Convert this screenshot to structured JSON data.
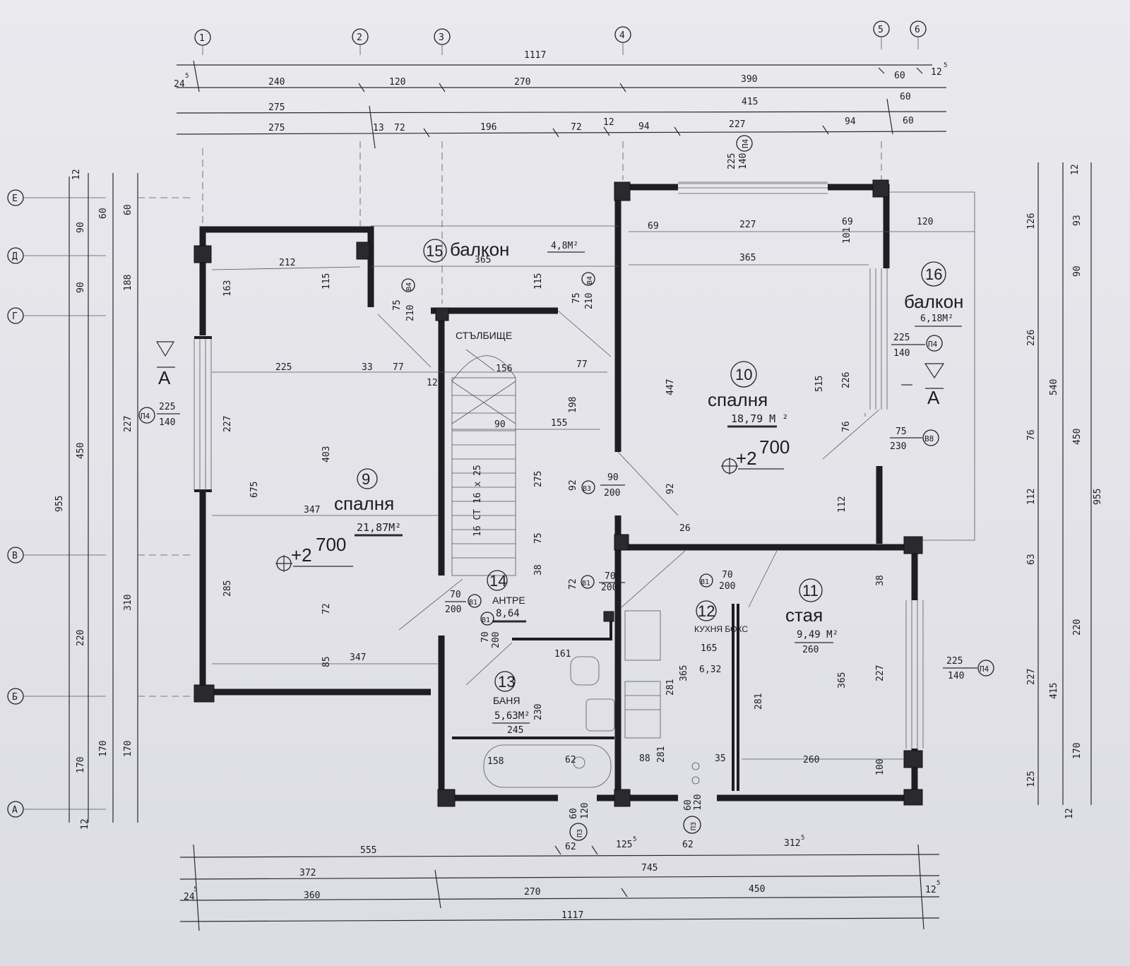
{
  "axes_top": [
    "1",
    "2",
    "3",
    "4",
    "5",
    "6"
  ],
  "axes_left": [
    "Е",
    "Д",
    "Г",
    "В",
    "Б",
    "А"
  ],
  "dims_top": {
    "total": "1117",
    "row1": [
      "24",
      "240",
      "120",
      "270",
      "390",
      "60",
      "12"
    ],
    "row1_sup": [
      "5",
      "5"
    ],
    "row2": [
      "275",
      "415",
      "60"
    ],
    "row3": [
      "275",
      "13",
      "72",
      "196",
      "72",
      "12",
      "94",
      "227",
      "94",
      "60"
    ]
  },
  "dims_bottom": {
    "row1": [
      "555",
      "62",
      "125",
      "62",
      "312"
    ],
    "row1_sup": [
      "5",
      "5"
    ],
    "row2": [
      "372",
      "745"
    ],
    "row3": [
      "24",
      "360",
      "270",
      "450",
      "12"
    ],
    "row3_sup": [
      "5",
      "5"
    ],
    "total": "1117"
  },
  "dims_left": [
    "12",
    "90",
    "60",
    "60",
    "90",
    "188",
    "450",
    "227",
    "955",
    "220",
    "310",
    "170",
    "170",
    "170",
    "12"
  ],
  "dims_right": [
    "12",
    "126",
    "93",
    "90",
    "226",
    "540",
    "76",
    "450",
    "112",
    "63",
    "955",
    "220",
    "227",
    "415",
    "170",
    "125",
    "12"
  ],
  "rooms": [
    {
      "num": "9",
      "name": "спалня",
      "area": "21,87M²"
    },
    {
      "num": "10",
      "name": "спалня",
      "area": "18,79 M ²"
    },
    {
      "num": "11",
      "name": "стая",
      "area": "9,49 M²",
      "extra": "260"
    },
    {
      "num": "12",
      "name": "КУХНЯ БОКС",
      "area": "6,32",
      "extra": "165"
    },
    {
      "num": "13",
      "name": "БАНЯ",
      "area": "5,63M²",
      "extra": "245"
    },
    {
      "num": "14",
      "name": "АНТРЕ",
      "area": "8,64"
    },
    {
      "num": "15",
      "name": "балкон",
      "area": "4,8M²",
      "extra": "365"
    },
    {
      "num": "16",
      "name": "балкон",
      "area": "6,18M²"
    }
  ],
  "stair": {
    "label": "СТЪЛБИЩЕ",
    "steps": "16 СТ 16 x 25",
    "width": "156"
  },
  "levels": [
    {
      "value": "+2700",
      "sup": "700",
      "base": "+2"
    }
  ],
  "section": {
    "label": "A"
  },
  "openings": [
    {
      "code": "П4",
      "w": "225",
      "h": "140"
    },
    {
      "code": "В4",
      "w": "75",
      "h": "210"
    },
    {
      "code": "В8",
      "w": "75",
      "h": "230"
    },
    {
      "code": "В3",
      "w": "90",
      "h": "200"
    },
    {
      "code": "В1",
      "w": "70",
      "h": "200"
    },
    {
      "code": "П3",
      "w": "60",
      "h": "120"
    }
  ],
  "inner_dims": [
    "212",
    "225",
    "33",
    "77",
    "77",
    "12",
    "90",
    "155",
    "198",
    "447",
    "515",
    "226",
    "76",
    "112",
    "227",
    "101",
    "69",
    "120",
    "365",
    "365",
    "115",
    "115",
    "163",
    "188",
    "403",
    "675",
    "347",
    "347",
    "285",
    "227",
    "72",
    "85",
    "275",
    "92",
    "75",
    "72",
    "38",
    "161",
    "365",
    "281",
    "281",
    "230",
    "158",
    "62",
    "88",
    "260",
    "365",
    "227",
    "100",
    "35",
    "281",
    "26",
    "92",
    "38",
    "63"
  ]
}
